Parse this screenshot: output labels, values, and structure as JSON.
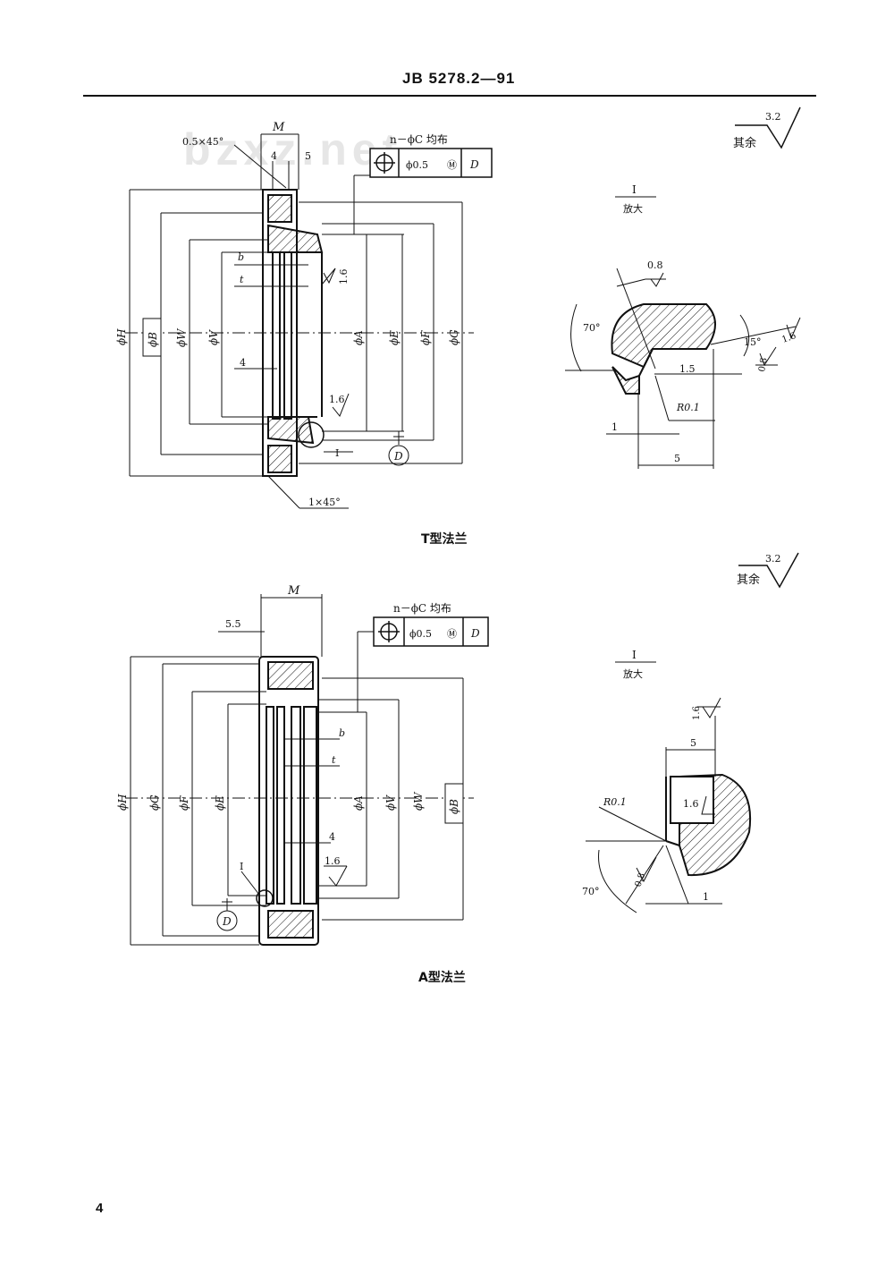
{
  "header": {
    "standard_no": "JB 5278.2—91"
  },
  "watermark": "bzxz.net",
  "page_number": "4",
  "figure_t": {
    "caption": "T型法兰",
    "roughness_rest_label": "其余",
    "roughness_rest_value": "3.2",
    "chamfer_top": "0.5×45°",
    "chamfer_bottom": "1×45°",
    "dim_m": "M",
    "dim_4": "4",
    "dim_5": "5",
    "holes_note": "n－ϕC 均布",
    "fcf_tol": "ϕ0.5",
    "fcf_datum": "D",
    "diameters": {
      "h": "ϕH",
      "b": "ϕB",
      "w": "ϕW",
      "v": "ϕV",
      "a": "ϕA",
      "e": "ϕE",
      "f": "ϕF",
      "g": "ϕG"
    },
    "label_b": "b",
    "label_t": "t",
    "label_4": "4",
    "rough_16_a": "1.6",
    "rough_16_b": "1.6",
    "detail_ref": "I",
    "datum_d": "D",
    "detail": {
      "title": "I",
      "subtitle": "放大",
      "r_08_top": "0.8",
      "angle_70": "70°",
      "angle_15": "15°",
      "r_16": "1.6",
      "r_08_right": "0.8",
      "dim_15": "1.5",
      "radius": "R0.1",
      "dim_1": "1",
      "dim_5": "5"
    }
  },
  "figure_a": {
    "caption": "A型法兰",
    "roughness_rest_label": "其余",
    "roughness_rest_value": "3.2",
    "dim_m": "M",
    "dim_55": "5.5",
    "holes_note": "n－ϕC 均布",
    "fcf_tol": "ϕ0.5",
    "fcf_datum": "D",
    "diameters": {
      "h": "ϕH",
      "g": "ϕG",
      "f": "ϕF",
      "e": "ϕE",
      "a": "ϕA",
      "v": "ϕV",
      "w": "ϕW",
      "b": "ϕB"
    },
    "label_b": "b",
    "label_t": "t",
    "label_4": "4",
    "rough_16": "1.6",
    "detail_ref": "I",
    "datum_d": "D",
    "detail": {
      "title": "I",
      "subtitle": "放大",
      "r_16_top": "1.6",
      "dim_5": "5",
      "radius": "R0.1",
      "r_16_face": "1.6",
      "r_08": "0.8",
      "angle_70": "70°",
      "dim_1": "1"
    }
  }
}
